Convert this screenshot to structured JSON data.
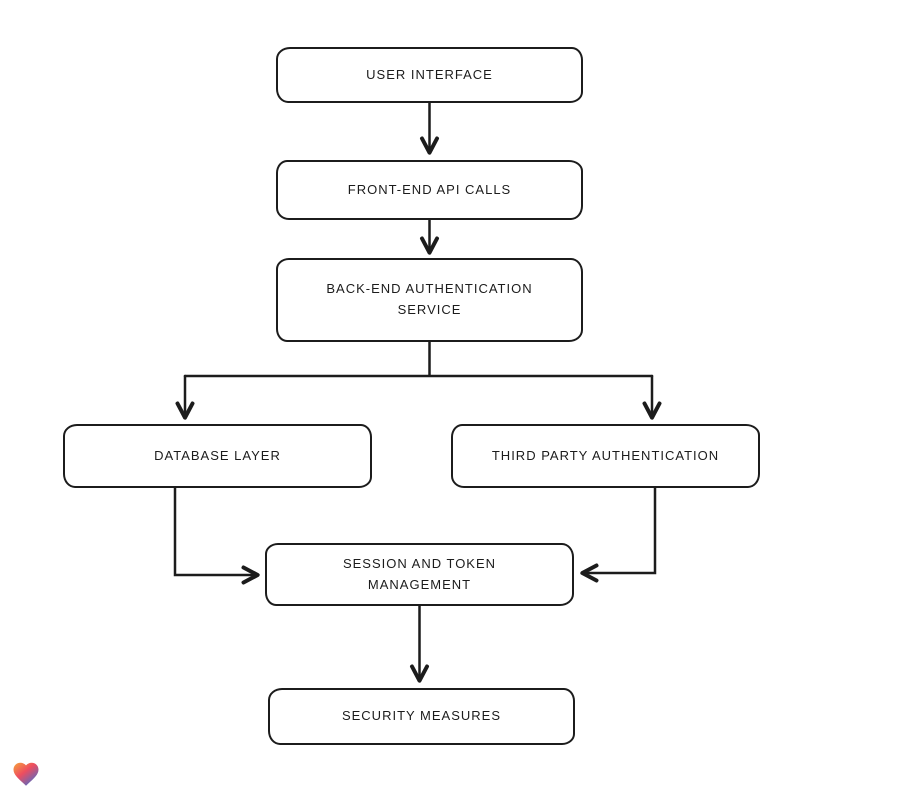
{
  "page": {
    "background_color": "#ffffff",
    "stroke_color": "#1c1c1c"
  },
  "diagram": {
    "type": "flowchart",
    "nodes": [
      {
        "id": "user-interface",
        "label": "USER INTERFACE"
      },
      {
        "id": "front-end-api-calls",
        "label": "FRONT-END API CALLS"
      },
      {
        "id": "back-end-auth-service",
        "label": "BACK-END AUTHENTICATION SERVICE"
      },
      {
        "id": "database-layer",
        "label": "DATABASE LAYER"
      },
      {
        "id": "third-party-authentication",
        "label": "THIRD PARTY AUTHENTICATION"
      },
      {
        "id": "session-token-management",
        "label": "SESSION AND TOKEN MANAGEMENT"
      },
      {
        "id": "security-measures",
        "label": "SECURITY MEASURES"
      }
    ],
    "edges": [
      {
        "from": "user-interface",
        "to": "front-end-api-calls"
      },
      {
        "from": "front-end-api-calls",
        "to": "back-end-auth-service"
      },
      {
        "from": "back-end-auth-service",
        "to": "database-layer"
      },
      {
        "from": "back-end-auth-service",
        "to": "third-party-authentication"
      },
      {
        "from": "database-layer",
        "to": "session-token-management"
      },
      {
        "from": "third-party-authentication",
        "to": "session-token-management"
      },
      {
        "from": "session-token-management",
        "to": "security-measures"
      }
    ]
  },
  "footer": {
    "logo_icon": "heart-icon",
    "logo_colors": [
      "#f6a33c",
      "#ee4d5f",
      "#3b6fd4"
    ]
  }
}
